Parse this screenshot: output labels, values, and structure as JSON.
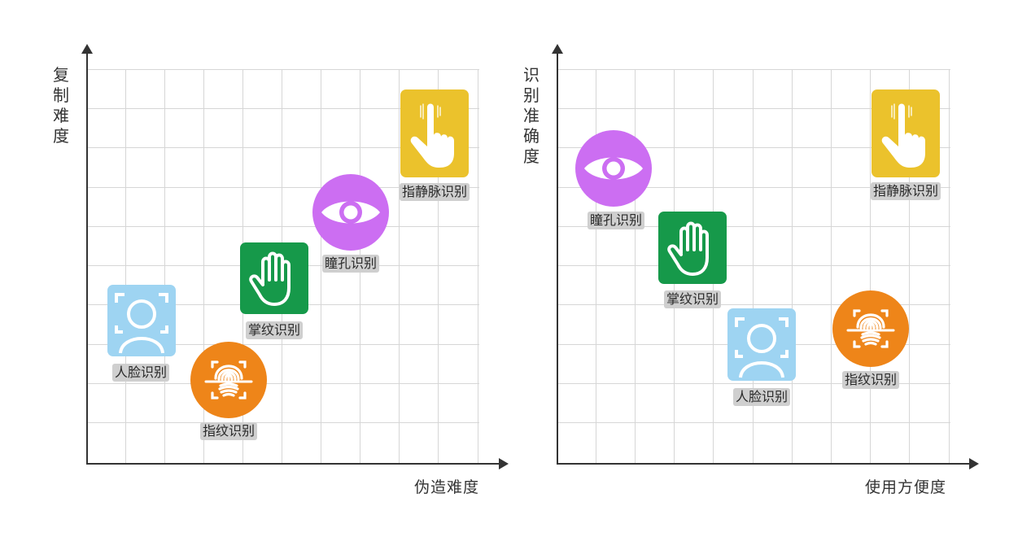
{
  "colors": {
    "face": "#9ed4f2",
    "fingerprint": "#ee8519",
    "palm": "#16994a",
    "iris": "#cc6ef2",
    "vein": "#ebc22c",
    "grid": "#d6d6d6",
    "axis": "#333333",
    "tag_bg": "#cfcfcf"
  },
  "chart_data": [
    {
      "type": "scatter",
      "title": "",
      "xlabel": "伪造难度",
      "ylabel": "复制难度",
      "grid": true,
      "xlim": [
        0,
        10
      ],
      "ylim": [
        0,
        10
      ],
      "points": [
        {
          "label": "人脸识别",
          "x": 1.4,
          "y": 3.7,
          "icon": "face-scan",
          "shape": "square"
        },
        {
          "label": "指纹识别",
          "x": 3.6,
          "y": 2.1,
          "icon": "fingerprint",
          "shape": "circle"
        },
        {
          "label": "掌纹识别",
          "x": 4.8,
          "y": 4.7,
          "icon": "palm",
          "shape": "square"
        },
        {
          "label": "瞳孔识别",
          "x": 6.7,
          "y": 6.4,
          "icon": "eye",
          "shape": "circle"
        },
        {
          "label": "指静脉识别",
          "x": 8.9,
          "y": 8.3,
          "icon": "finger-touch",
          "shape": "square"
        }
      ]
    },
    {
      "type": "scatter",
      "title": "",
      "xlabel": "使用方便度",
      "ylabel": "识别准确度",
      "grid": true,
      "xlim": [
        0,
        10
      ],
      "ylim": [
        0,
        10
      ],
      "points": [
        {
          "label": "瞳孔识别",
          "x": 1.4,
          "y": 7.5,
          "icon": "eye",
          "shape": "circle"
        },
        {
          "label": "掌纹识别",
          "x": 3.5,
          "y": 5.5,
          "icon": "palm",
          "shape": "square"
        },
        {
          "label": "人脸识别",
          "x": 5.2,
          "y": 3.0,
          "icon": "face-scan",
          "shape": "square"
        },
        {
          "label": "指纹识别",
          "x": 8.0,
          "y": 3.4,
          "icon": "fingerprint",
          "shape": "circle"
        },
        {
          "label": "指静脉识别",
          "x": 9.0,
          "y": 8.3,
          "icon": "finger-touch",
          "shape": "square"
        }
      ]
    }
  ],
  "left": {
    "ylabel": "复制难度",
    "xlabel": "伪造难度",
    "items": {
      "face": "人脸识别",
      "fingerprint": "指纹识别",
      "palm": "掌纹识别",
      "iris": "瞳孔识别",
      "vein": "指静脉识别"
    }
  },
  "right": {
    "ylabel": "识别准确度",
    "xlabel": "使用方便度",
    "items": {
      "face": "人脸识别",
      "fingerprint": "指纹识别",
      "palm": "掌纹识别",
      "iris": "瞳孔识别",
      "vein": "指静脉识别"
    }
  }
}
